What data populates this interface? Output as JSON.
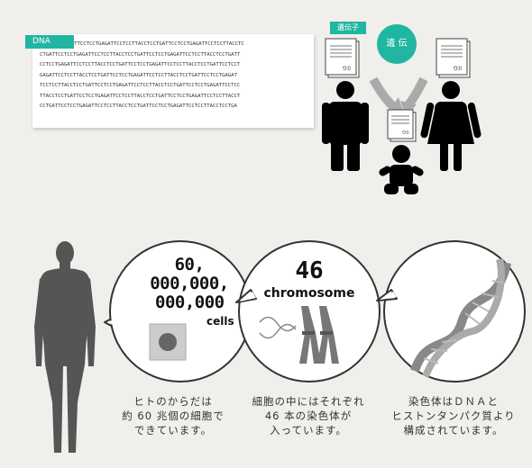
{
  "dna": {
    "tag": "DNA",
    "lines": [
      "TGATTCCTCCTGAGATTCCTCCTTACCTCCTGATTCCTCCTGAGATTCCTCCTTACCTC",
      "CTGATTCCTCCTGAGATTCCTCCTTACCTCCTGATTCCTCCTGAGATTCCTCCTTACCTCCTGATT",
      "CCTCCTGAGATTCCTCCTTACCTCCTGATTCCTCCTGAGATTCCTCCTTACCTCCTGATTCCTCCT",
      "GAGATTCCTCCTTACCTCCTGATTCCTCCTGAGATTCCTCCTTACCTCCTGATTCCTCCTGAGAT",
      "TCCTCCTTACCTCCTGATTCCTCCTGAGATTCCTCCTTACCTCCTGATTCCTCCTGAGATTCCTCC",
      "TTACCTCCTGATTCCTCCTGAGATTCCTCCTTACCTCCTGATTCCTCCTGAGATTCCTCCTTACCT",
      "CCTGATTCCTCCTGAGATTCCTCCTTACCTCCTGATTCCTCCTGAGATTCCTCCTTACCTCCTGA"
    ]
  },
  "gene_label": "遺伝子",
  "heredity_label": "遺 伝",
  "doc_sign": "⅁ℬ",
  "cells": {
    "number_lines": [
      "60,",
      "000,000,",
      "000,000"
    ],
    "unit": "cells"
  },
  "chromosome": {
    "number": "46",
    "word": "chromosome"
  },
  "captions": {
    "body": [
      "ヒトのからだは",
      "約 60 兆個の細胞で",
      "できています。"
    ],
    "cell": [
      "細胞の中にはそれぞれ",
      "46 本の染色体が",
      "入っています。"
    ],
    "chromosome": [
      "染色体はＤＮＡと",
      "ヒストンタンパク質より",
      "構成されています。"
    ]
  },
  "colors": {
    "teal": "#20b6a2",
    "silhouette": "#000000",
    "body": "#555555",
    "background": "#f0efeb"
  }
}
